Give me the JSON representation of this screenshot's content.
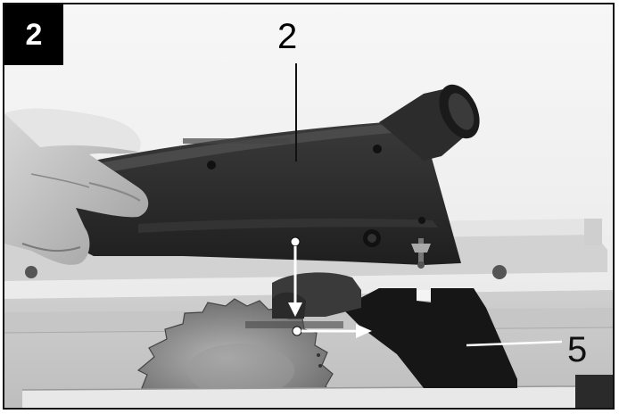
{
  "figure": {
    "number": "2"
  },
  "callouts": {
    "top_label": "2",
    "right_label": "5"
  },
  "colors": {
    "frame": "#111111",
    "guard_body": "#2b2b2b",
    "riving_knife": "#151515",
    "table_surface": "#d8d8d8",
    "blade": "#8a8a8a",
    "arrow": "#ffffff"
  }
}
